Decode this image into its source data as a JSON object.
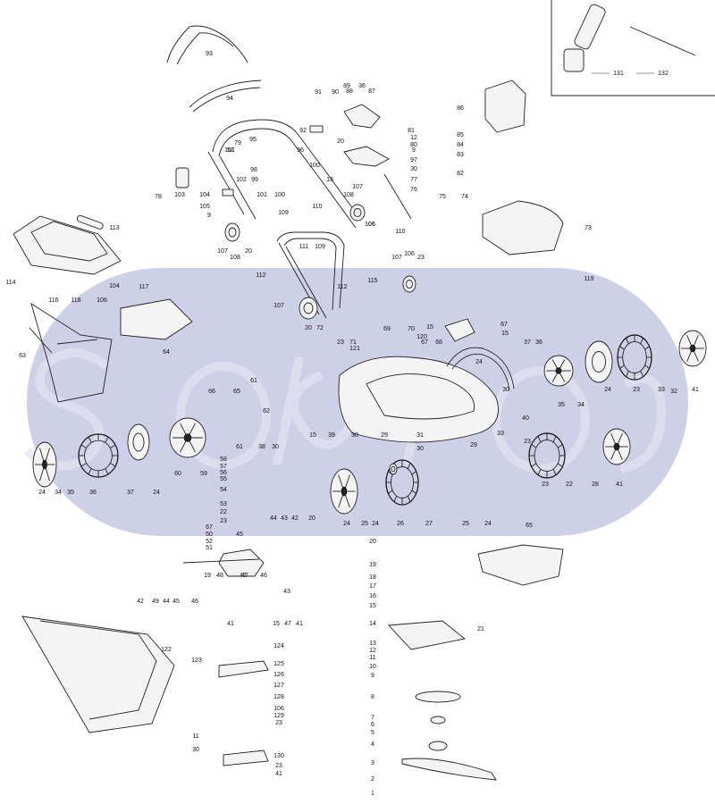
{
  "diagram": {
    "watermark_color": "#c9cbe6",
    "line_color": "#222222",
    "inset_part_numbers": [
      "131",
      "132"
    ],
    "callouts": [
      "93",
      "94",
      "91",
      "90",
      "89",
      "88",
      "36",
      "87",
      "92",
      "95",
      "81",
      "12",
      "80",
      "20",
      "9",
      "96",
      "79",
      "52",
      "101",
      "100",
      "97",
      "78",
      "103",
      "102",
      "99",
      "98",
      "15",
      "30",
      "77",
      "76",
      "86",
      "85",
      "84",
      "83",
      "82",
      "104",
      "101",
      "100",
      "75",
      "74",
      "105",
      "109",
      "110",
      "108",
      "107",
      "106",
      "73",
      "9",
      "111",
      "109",
      "113",
      "110",
      "106",
      "107",
      "108",
      "20",
      "107",
      "106",
      "23",
      "119",
      "114",
      "104",
      "112",
      "112",
      "115",
      "117",
      "118",
      "116",
      "106",
      "107",
      "20",
      "72",
      "67",
      "15",
      "71",
      "69",
      "70",
      "67",
      "68",
      "23",
      "15",
      "120",
      "121",
      "63",
      "64",
      "66",
      "65",
      "61",
      "62",
      "61",
      "38",
      "30",
      "30",
      "24",
      "37",
      "36",
      "35",
      "34",
      "24",
      "23",
      "33",
      "32",
      "41",
      "40",
      "15",
      "39",
      "30",
      "29",
      "31",
      "30",
      "29",
      "33",
      "23",
      "24",
      "34",
      "35",
      "36",
      "37",
      "24",
      "60",
      "59",
      "58",
      "57",
      "56",
      "55",
      "54",
      "53",
      "22",
      "23",
      "24",
      "25",
      "24",
      "26",
      "27",
      "25",
      "24",
      "23",
      "22",
      "28",
      "41",
      "65",
      "67",
      "50",
      "52",
      "51",
      "45",
      "44",
      "43",
      "42",
      "20",
      "19",
      "48",
      "47",
      "46",
      "42",
      "49",
      "44",
      "45",
      "46",
      "21",
      "20",
      "19",
      "18",
      "17",
      "16",
      "15",
      "14",
      "13",
      "12",
      "11",
      "10",
      "9",
      "47",
      "43",
      "15",
      "47",
      "41",
      "41",
      "122",
      "123",
      "124",
      "125",
      "126",
      "127",
      "128",
      "106",
      "129",
      "23",
      "11",
      "30",
      "130",
      "23",
      "41",
      "8",
      "7",
      "6",
      "5",
      "4",
      "3",
      "2",
      "1"
    ]
  }
}
